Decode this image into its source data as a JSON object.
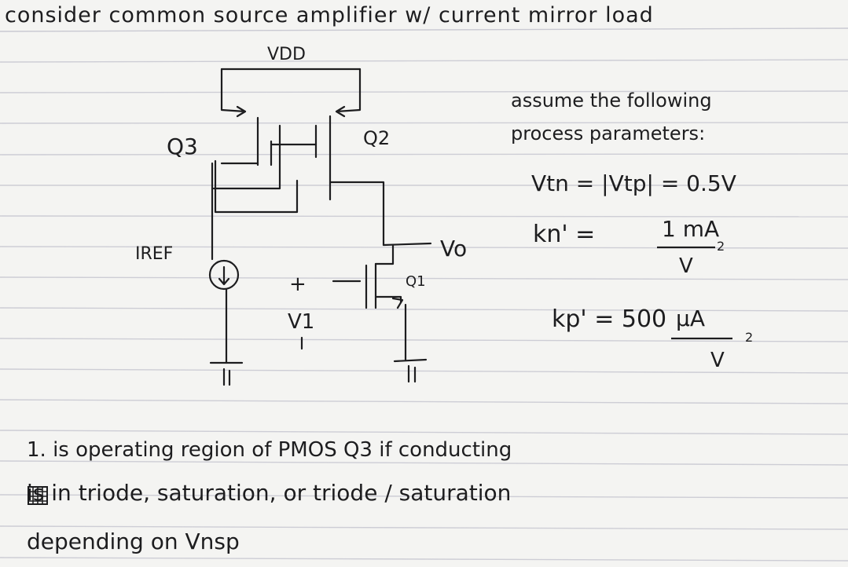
{
  "page": {
    "title": "consider common source amplifier w/ current mirror load"
  },
  "circuit": {
    "supply_label": "VDD",
    "q3_label": "Q3",
    "q2_label": "Q2",
    "q1_label": "Q1",
    "iref_label": "IREF",
    "output_label": "Vo",
    "input_plus": "+",
    "input_label": "V1",
    "input_minus": "-"
  },
  "params": {
    "heading_line1": "assume the following",
    "heading_line2": "process parameters:",
    "vt_line": "Vtn = |Vtp| = 0.5V",
    "kn_name": "kn' =",
    "kn_numerator": "1 mA",
    "kn_denominator": "V",
    "kn_exponent": "2",
    "kp_name": "kp' = 500",
    "kp_numerator": "μA",
    "kp_denominator": "V",
    "kp_exponent": "2"
  },
  "question": {
    "line1": "1. is operating region of PMOS Q3 if conducting",
    "line2": "is in triode, saturation, or triode / saturation",
    "line3": "depending on Vnsp"
  }
}
